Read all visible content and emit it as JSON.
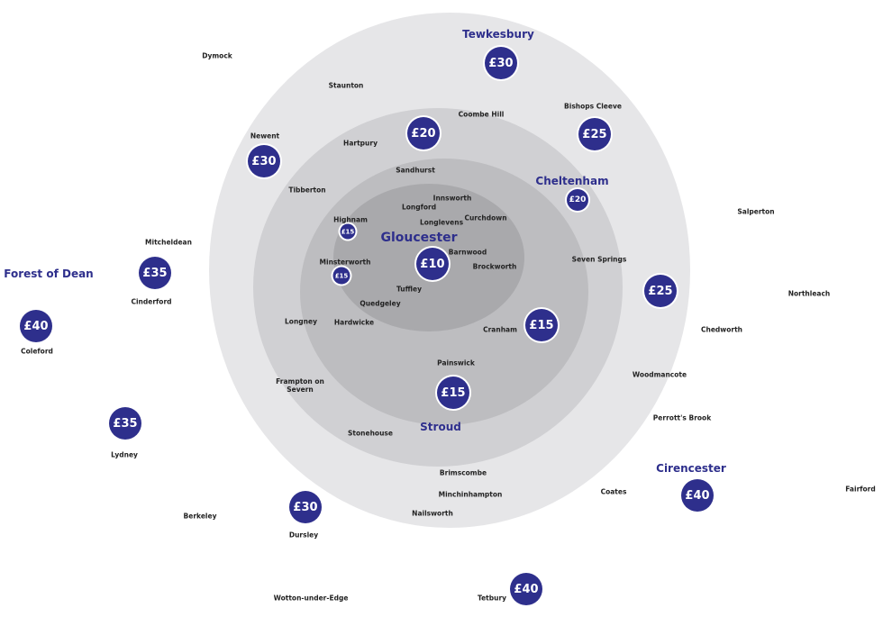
{
  "colors": {
    "ring_outer": "#e6e6e8",
    "ring_2": "#d0d0d3",
    "ring_3": "#bdbdc0",
    "ring_inner": "#a9a9ac",
    "badge": "#2e2f8c",
    "town_label": "#2e2f8c",
    "place_label": "#222222"
  },
  "towns": [
    {
      "name": "Tewkesbury"
    },
    {
      "name": "Cheltenham"
    },
    {
      "name": "Gloucester"
    },
    {
      "name": "Forest of Dean"
    },
    {
      "name": "Stroud"
    },
    {
      "name": "Cirencester"
    }
  ],
  "badges": [
    {
      "id": "tewkesbury",
      "label": "£30"
    },
    {
      "id": "coombe-hill",
      "label": "£20"
    },
    {
      "id": "bishops-cleeve",
      "label": "£25"
    },
    {
      "id": "newent",
      "label": "£30"
    },
    {
      "id": "cheltenham",
      "label": "£20"
    },
    {
      "id": "highnam",
      "label": "£15"
    },
    {
      "id": "minsterworth",
      "label": "£15"
    },
    {
      "id": "gloucester",
      "label": "£10"
    },
    {
      "id": "cinderford",
      "label": "£35"
    },
    {
      "id": "coleford",
      "label": "£40"
    },
    {
      "id": "east",
      "label": "£25"
    },
    {
      "id": "cranham",
      "label": "£15"
    },
    {
      "id": "stroud",
      "label": "£15"
    },
    {
      "id": "lydney",
      "label": "£35"
    },
    {
      "id": "cirencester",
      "label": "£40"
    },
    {
      "id": "dursley",
      "label": "£30"
    },
    {
      "id": "tetbury",
      "label": "£40"
    }
  ],
  "places": [
    {
      "name": "Dymock"
    },
    {
      "name": "Staunton"
    },
    {
      "name": "Coombe Hill"
    },
    {
      "name": "Bishops Cleeve"
    },
    {
      "name": "Newent"
    },
    {
      "name": "Hartpury"
    },
    {
      "name": "Sandhurst"
    },
    {
      "name": "Tibberton"
    },
    {
      "name": "Innsworth"
    },
    {
      "name": "Longford"
    },
    {
      "name": "Highnam"
    },
    {
      "name": "Longlevens"
    },
    {
      "name": "Curchdown"
    },
    {
      "name": "Salperton"
    },
    {
      "name": "Mitcheldean"
    },
    {
      "name": "Barnwood"
    },
    {
      "name": "Minsterworth"
    },
    {
      "name": "Brockworth"
    },
    {
      "name": "Seven Springs"
    },
    {
      "name": "Cinderford"
    },
    {
      "name": "Tuffley"
    },
    {
      "name": "Northleach"
    },
    {
      "name": "Quedgeley"
    },
    {
      "name": "Longney"
    },
    {
      "name": "Hardwicke"
    },
    {
      "name": "Cranham"
    },
    {
      "name": "Chedworth"
    },
    {
      "name": "Coleford"
    },
    {
      "name": "Painswick"
    },
    {
      "name": "Woodmancote"
    },
    {
      "name": "Frampton on Severn"
    },
    {
      "name": "Perrott's Brook"
    },
    {
      "name": "Stonehouse"
    },
    {
      "name": "Lydney"
    },
    {
      "name": "Brimscombe"
    },
    {
      "name": "Fairford"
    },
    {
      "name": "Coates"
    },
    {
      "name": "Minchinhampton"
    },
    {
      "name": "Berkeley"
    },
    {
      "name": "Nailsworth"
    },
    {
      "name": "Dursley"
    },
    {
      "name": "Wotton-under-Edge"
    },
    {
      "name": "Tetbury"
    }
  ]
}
